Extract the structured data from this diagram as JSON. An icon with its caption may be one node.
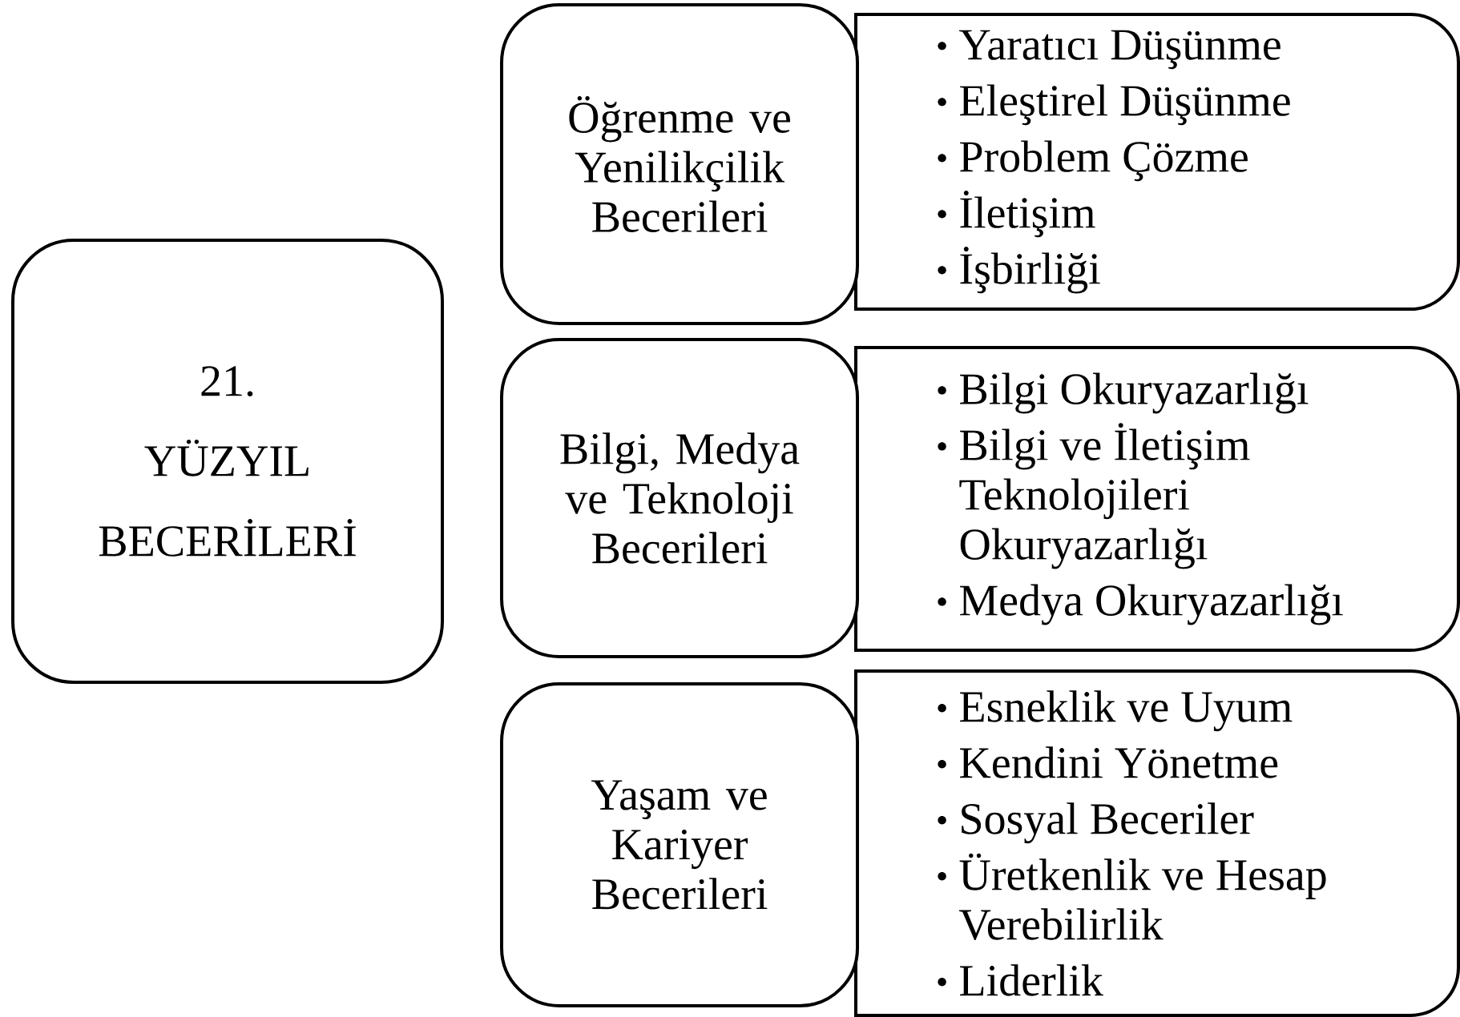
{
  "diagram": {
    "nodes": [
      {
        "text": [
          "21.",
          "YÜZYIL",
          "BECERİLERİ"
        ]
      },
      {
        "text": [
          "Öğrenme ve Yenilikçilik Becerileri"
        ]
      },
      {
        "text": [
          "Yaratıcı Düşünme",
          "Eleştirel Düşünme",
          "Problem Çözme",
          "İletişim",
          "İşbirliği"
        ]
      },
      {
        "text": [
          "Bilgi, Medya ve Teknoloji Becerileri"
        ]
      },
      {
        "text": [
          "Bilgi Okuryazarlığı",
          "Bilgi ve İletişim Teknolojileri Okuryazarlığı",
          "Medya Okuryazarlığı"
        ]
      },
      {
        "text": [
          "Yaşam ve Kariyer Becerileri"
        ]
      },
      {
        "text": [
          "Esneklik ve Uyum",
          "Kendini Yönetme",
          "Sosyal Beceriler",
          "Üretkenlik ve Hesap Verebilirlik",
          "Liderlik"
        ]
      }
    ]
  }
}
